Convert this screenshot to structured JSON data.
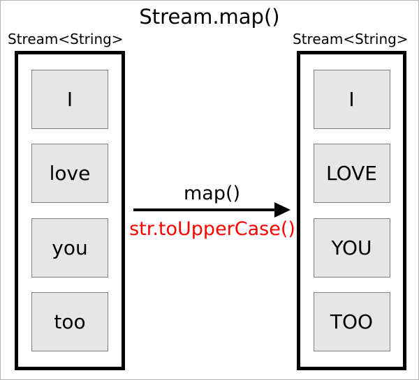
{
  "title": "Stream.map()",
  "left_stream": {
    "label": "Stream<String>",
    "items": [
      "I",
      "love",
      "you",
      "too"
    ]
  },
  "right_stream": {
    "label": "Stream<String>",
    "items": [
      "I",
      "LOVE",
      "YOU",
      "TOO"
    ]
  },
  "arrow": {
    "top_label": "map()",
    "bottom_label": "str.toUpperCase()"
  },
  "colors": {
    "box_fill": "#e6e6e6",
    "box_border": "#7f7f7f",
    "container_border": "#000000",
    "map_label_color": "#000000",
    "lambda_color": "#ff0000",
    "page_border": "#b4b4b4"
  }
}
